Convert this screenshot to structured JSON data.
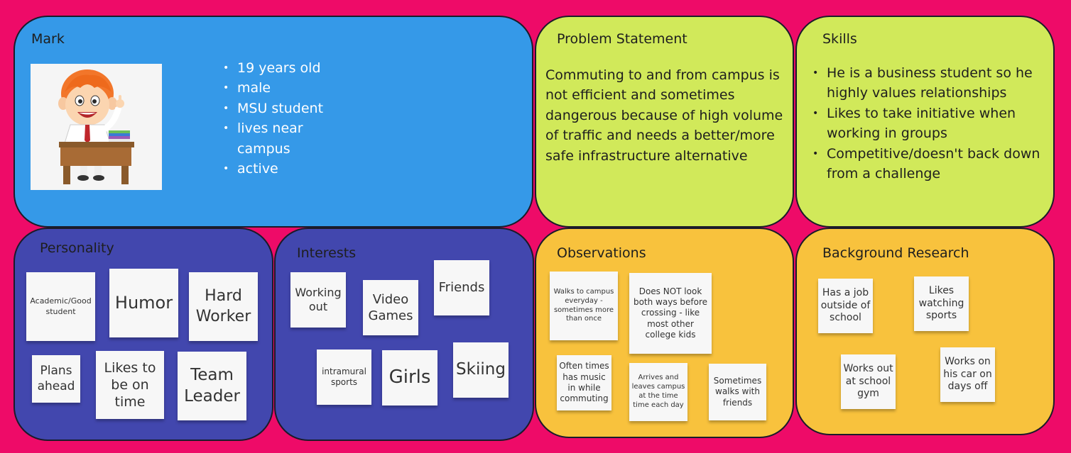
{
  "persona": {
    "title": "Mark",
    "details": [
      "19 years old",
      "male",
      "MSU student",
      "lives near campus",
      "active"
    ]
  },
  "problem": {
    "title": "Problem Statement",
    "text": "Commuting to and from campus is not efficient and sometimes dangerous because of high volume of traffic and needs a better/more safe infrastructure alternative"
  },
  "skills": {
    "title": "Skills",
    "items": [
      "He is a business student so he highly values relationships",
      "Likes to take initiative when working in groups",
      "Competitive/doesn't back down from a challenge"
    ]
  },
  "personality": {
    "title": "Personality",
    "notes": [
      "Academic/Good student",
      "Humor",
      "Hard Worker",
      "Plans ahead",
      "Likes to be on time",
      "Team Leader"
    ]
  },
  "interests": {
    "title": "Interests",
    "notes": [
      "Working out",
      "Video Games",
      "Friends",
      "intramural sports",
      "Girls",
      "Skiing"
    ]
  },
  "observations": {
    "title": "Observations",
    "notes": [
      "Walks to campus everyday - sometimes more than once",
      "Does NOT look both ways before crossing - like most other college kids",
      "Often times has music in while commuting",
      "Arrives and leaves campus at the time time each day",
      "Sometimes walks with friends"
    ]
  },
  "research": {
    "title": "Background Research",
    "notes": [
      "Has a job outside of school",
      "Likes watching sports",
      "Works out at school gym",
      "Works on his car on days off"
    ]
  },
  "colors": {
    "background": "#ee0b68",
    "persona_panel": "#3599e8",
    "problem_skills_panel": "#d1e95a",
    "personality_interests_panel": "#4247ae",
    "observations_research_panel": "#f8c23d"
  }
}
